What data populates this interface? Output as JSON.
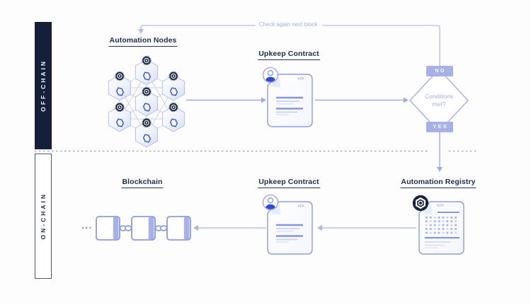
{
  "lanes": {
    "off_chain": "OFF-CHAIN",
    "on_chain": "ON-CHAIN"
  },
  "nodes": {
    "automation_nodes": {
      "label": "Automation Nodes",
      "node_count": 7
    },
    "upkeep_contract_offchain": {
      "label": "Upkeep Contract",
      "code_glyph": "</>"
    },
    "decision": {
      "question": "Conditions met?",
      "no_label": "NO",
      "yes_label": "YES"
    },
    "feedback": {
      "label": "Check again next block"
    },
    "blockchain": {
      "label": "Blockchain",
      "ellipsis": "...",
      "block_count": 3
    },
    "upkeep_contract_onchain": {
      "label": "Upkeep Contract",
      "code_glyph": "</>"
    },
    "automation_registry": {
      "label": "Automation Registry",
      "code_glyph": "</>"
    }
  },
  "colors": {
    "lane_dark": "#161f3a",
    "text_dark": "#1e2d50",
    "periwinkle": "#a7b1e8",
    "periwinkle_border": "#8d9ae0",
    "accent_blue": "#2c49dd",
    "line_light": "#c3cbf1",
    "divider_gray": "#a3a9b3"
  }
}
